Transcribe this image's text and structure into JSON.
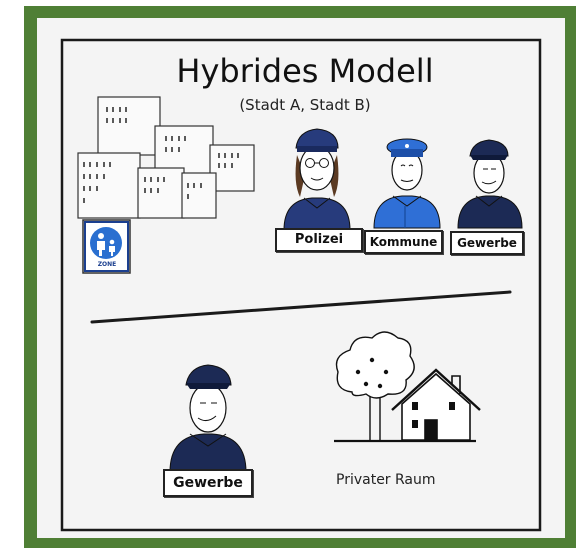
{
  "diagram": {
    "title": "Hybrides Modell",
    "subtitle": "(Stadt A, Stadt B)",
    "roles": {
      "polizei": "Polizei",
      "kommune": "Kommune",
      "gewerbe_top": "Gewerbe",
      "gewerbe_bottom": "Gewerbe"
    },
    "private_space_label": "Privater Raum",
    "sign_text": "ZONE"
  },
  "colors": {
    "frame_green": "#4f7f35",
    "police_navy": "#273b7c",
    "municipal_blue": "#2f6fd6",
    "security_navy": "#1c2a55"
  },
  "icons": [
    "buildings-illustration",
    "pedestrian-zone-sign-icon",
    "police-officer-icon",
    "municipal-officer-icon",
    "security-guard-icon",
    "tree-icon",
    "house-icon"
  ]
}
